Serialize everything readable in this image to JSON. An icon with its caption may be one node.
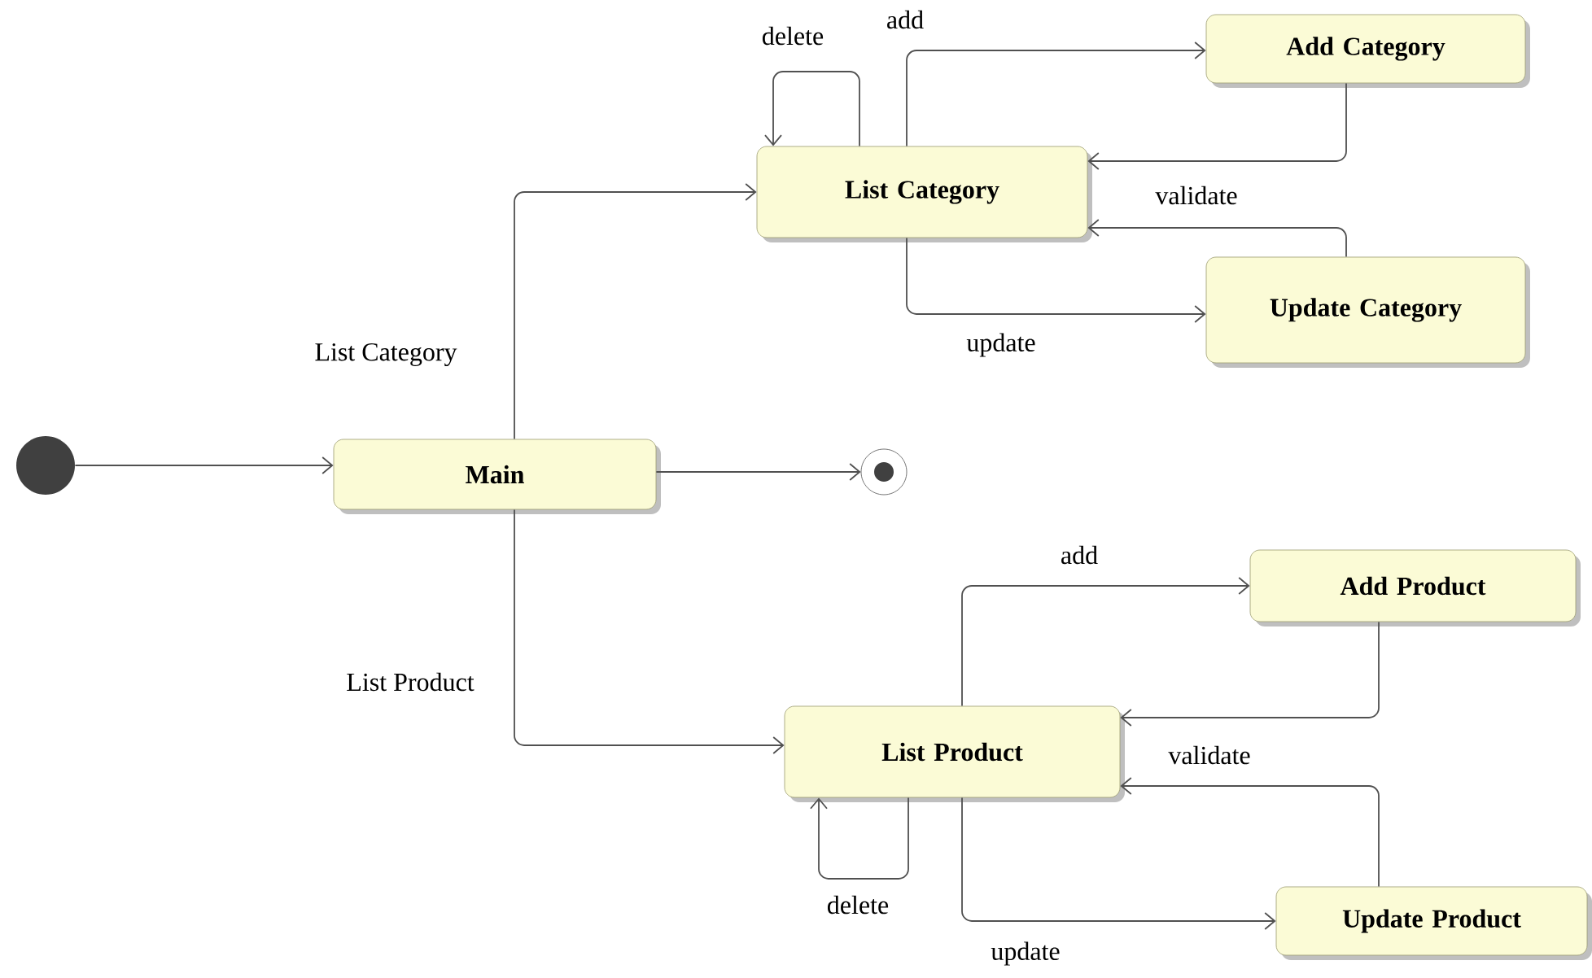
{
  "diagram": {
    "nodes": [
      {
        "text": [],
        "shape": "circle"
      },
      {
        "text": [
          "Main"
        ]
      },
      {
        "text": [],
        "shape": "circle"
      },
      {
        "text": [
          "List Category"
        ]
      },
      {
        "text": [
          "Add Category"
        ]
      },
      {
        "text": [
          "Update Category"
        ]
      },
      {
        "text": [
          "List Product"
        ]
      },
      {
        "text": [
          "Add Product"
        ]
      },
      {
        "text": [
          "Update Product"
        ]
      }
    ],
    "edges": [
      {
        "from": 0,
        "to": 1,
        "arrow": "to"
      },
      {
        "from": 1,
        "to": 2,
        "arrow": "to"
      },
      {
        "from": 1,
        "to": 3,
        "arrow": "to",
        "label": "List Category"
      },
      {
        "from": 1,
        "to": 6,
        "arrow": "to",
        "label": "List Product"
      },
      {
        "from": 3,
        "to": 3,
        "arrow": "to",
        "label": "delete"
      },
      {
        "from": 3,
        "to": 4,
        "arrow": "to",
        "label": "add"
      },
      {
        "from": 4,
        "to": 3,
        "arrow": "to",
        "label": "validate"
      },
      {
        "from": 5,
        "to": 3,
        "arrow": "to"
      },
      {
        "from": 3,
        "to": 5,
        "arrow": "to",
        "label": "update"
      },
      {
        "from": 6,
        "to": 6,
        "arrow": "to",
        "label": "delete"
      },
      {
        "from": 6,
        "to": 7,
        "arrow": "to",
        "label": "add"
      },
      {
        "from": 7,
        "to": 6,
        "arrow": "to",
        "label": "validate"
      },
      {
        "from": 8,
        "to": 6,
        "arrow": "to"
      },
      {
        "from": 6,
        "to": 8,
        "arrow": "to",
        "label": "update"
      }
    ]
  }
}
